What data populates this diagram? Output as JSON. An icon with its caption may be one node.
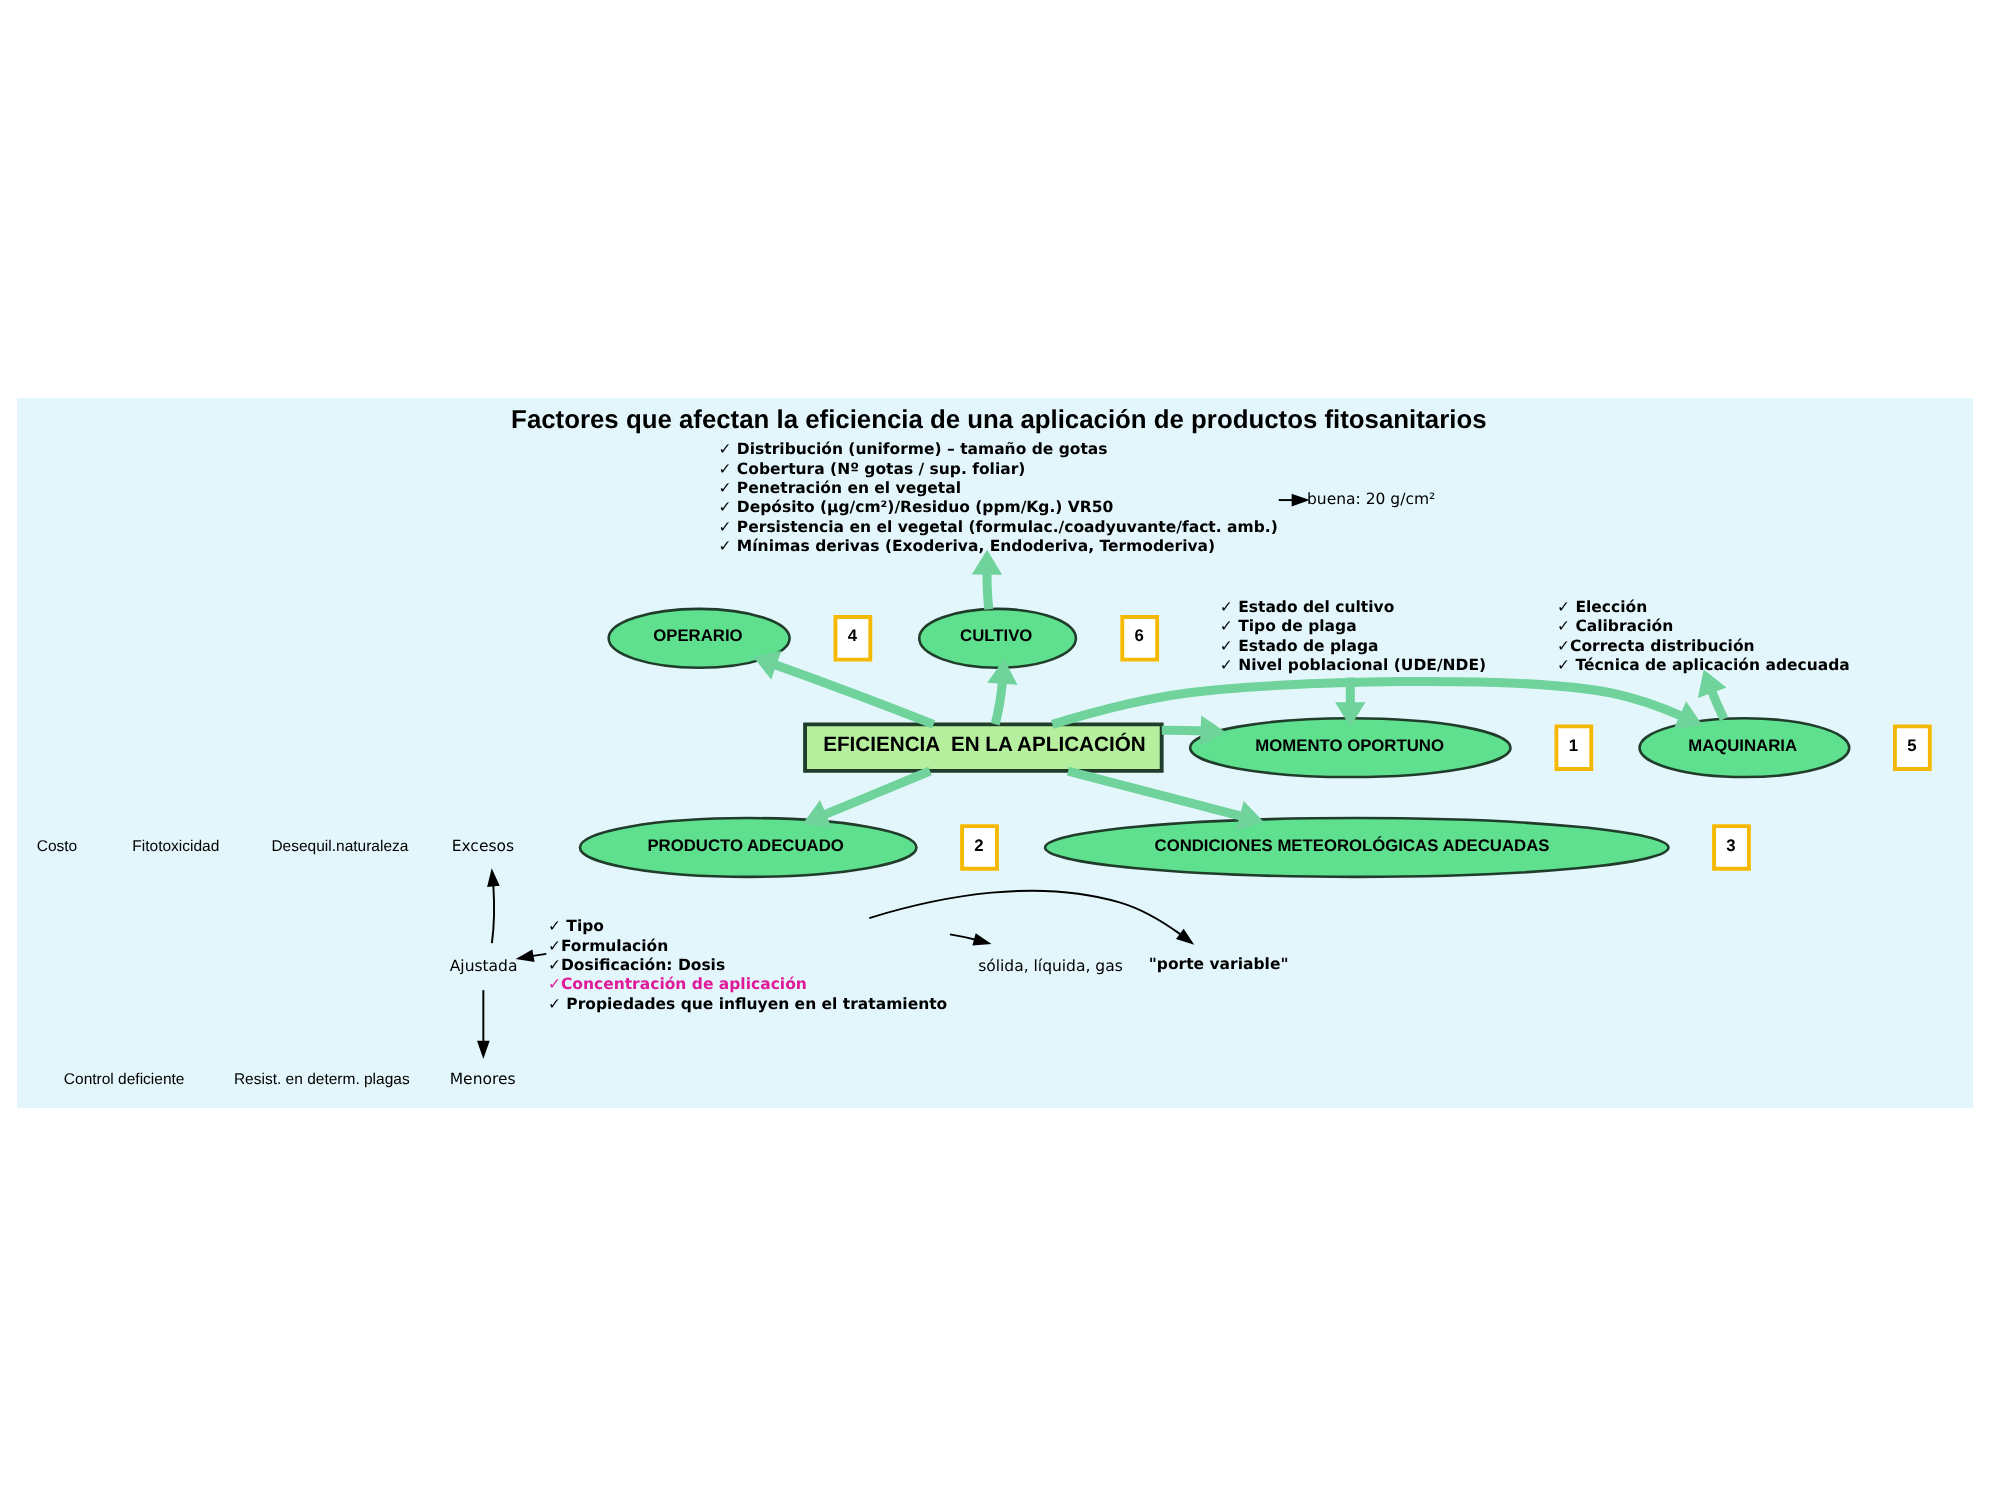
{
  "diagram": {
    "title": "Factores que afectan la eficiencia de una aplicación de productos fitosanitarios",
    "nodes": [
      {
        "text": [
          "EFICIENCIA  EN LA APLICACIÓN"
        ]
      },
      {
        "text": [
          "OPERARIO"
        ]
      },
      {
        "text": [
          "CULTIVO"
        ]
      },
      {
        "text": [
          "MOMENTO OPORTUNO"
        ]
      },
      {
        "text": [
          "MAQUINARIA"
        ]
      },
      {
        "text": [
          "PRODUCTO ADECUADO"
        ]
      },
      {
        "text": [
          "CONDICIONES METEOROLÓGICAS ADECUADAS"
        ]
      },
      {
        "text": [
          "✓ Distribución (uniforme) – tamaño de gotas",
          "✓ Cobertura (Nº gotas / sup. foliar)",
          "✓ Penetración en el vegetal",
          "✓ Depósito (μg/cm²)/Residuo (ppm/Kg.) VR50",
          "✓ Persistencia en el vegetal (formulac./coadyuvante/fact. amb.)",
          "✓ Mínimas derivas (Exoderiva, Endoderiva, Termoderiva)"
        ]
      },
      {
        "text": [
          "buena: 20 g/cm²"
        ]
      },
      {
        "text": [
          "✓ Estado del cultivo",
          "✓ Tipo de plaga",
          "✓ Estado de plaga",
          "✓ Nivel poblacional (UDE/NDE)"
        ]
      },
      {
        "text": [
          "✓ Elección",
          "✓ Calibración",
          "✓Correcta distribución",
          "✓ Técnica de aplicación adecuada"
        ]
      },
      {
        "text": [
          "✓ Tipo",
          "✓Formulación",
          "✓Dosificación: Dosis",
          "✓Concentración de aplicación",
          "✓ Propiedades que influyen en el tratamiento"
        ]
      },
      {
        "text": [
          "sólida, líquida, gas"
        ]
      },
      {
        "text": [
          "\"porte variable\""
        ]
      },
      {
        "text": [
          "Ajustada"
        ]
      },
      {
        "text": [
          "Excesos"
        ]
      },
      {
        "text": [
          "Menores"
        ]
      }
    ],
    "edges": [
      {
        "from": 0,
        "to": 1,
        "arrow": "to"
      },
      {
        "from": 0,
        "to": 2,
        "arrow": "to"
      },
      {
        "from": 2,
        "to": 7,
        "arrow": "to"
      },
      {
        "from": 0,
        "to": 3,
        "arrow": "to"
      },
      {
        "from": 9,
        "to": 3,
        "arrow": "to"
      },
      {
        "from": 0,
        "to": 4,
        "arrow": "to"
      },
      {
        "from": 4,
        "to": 10,
        "arrow": "to"
      },
      {
        "from": 0,
        "to": 5,
        "arrow": "to"
      },
      {
        "from": 0,
        "to": 6,
        "arrow": "to"
      },
      {
        "from": 7,
        "to": 8,
        "arrow": "to",
        "color": "#000000"
      },
      {
        "from": 11,
        "to": 12,
        "arrow": "to",
        "color": "#000000"
      },
      {
        "from": 11,
        "to": 14,
        "arrow": "to",
        "color": "#000000"
      },
      {
        "from": 11,
        "to": 13,
        "arrow": "to",
        "color": "#000000"
      },
      {
        "from": 14,
        "to": 15,
        "arrow": "to",
        "color": "#000000"
      },
      {
        "from": 14,
        "to": 16,
        "arrow": "to",
        "color": "#000000"
      }
    ],
    "labels": [
      "4",
      "6",
      "5",
      "1",
      "3",
      "2",
      "Costo",
      "Fitotoxicidad",
      "Desequil.naturaleza",
      "Control deficiente",
      "Resist. en determ. plagas"
    ]
  }
}
